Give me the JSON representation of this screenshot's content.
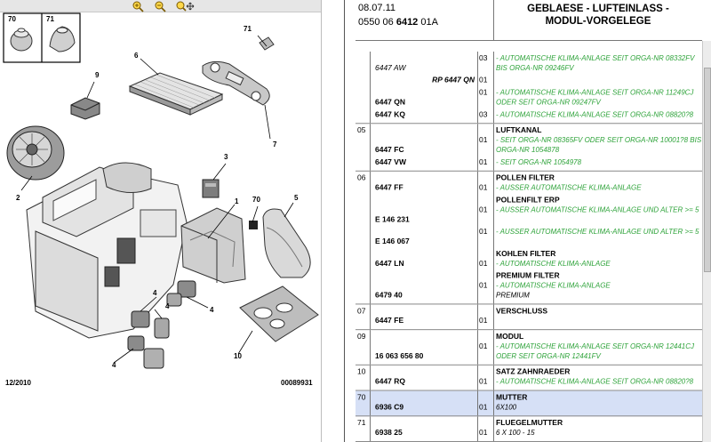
{
  "toolbar": {
    "icons": [
      "zoom-in-icon",
      "zoom-out-icon",
      "zoom-move-icon"
    ]
  },
  "diagram": {
    "callouts": [
      "70",
      "71",
      "71",
      "6",
      "9",
      "1",
      "2",
      "3",
      "70",
      "5",
      "4",
      "4",
      "4",
      "4",
      "7",
      "10"
    ],
    "footer_left": "12/2010",
    "footer_right": "00089931"
  },
  "header": {
    "date": "08.07.11",
    "code_prefix": "0550 06 ",
    "code_bold": "6412",
    "code_suffix": " 01A",
    "title_line1": "GEBLAESE - LUFTEINLASS -",
    "title_line2": "MODUL-VORGELEGE"
  },
  "rows": [
    {
      "group": "",
      "lines": [
        {
          "ref": "6447 AW",
          "style": "i",
          "qty": "03",
          "desc": "- AUTOMATISCHE KLIMA-ANLAGE SEIT ORGA-NR 08332FV BIS ORGA-NR 09246FV"
        },
        {
          "ref": "RP 6447 QN",
          "style": "r",
          "qty": "01",
          "desc": ""
        },
        {
          "ref": "6447 QN",
          "style": "b",
          "qty": "01",
          "desc": "- AUTOMATISCHE KLIMA-ANLAGE SEIT ORGA-NR 11249CJ ODER SEIT ORGA-NR 09247FV"
        },
        {
          "ref": "6447 KQ",
          "style": "b",
          "qty": "03",
          "desc": "- AUTOMATISCHE KLIMA-ANLAGE SEIT ORGA-NR 08820?8"
        }
      ]
    },
    {
      "group": "05",
      "title": "LUFTKANAL",
      "lines": [
        {
          "ref": "6447 FC",
          "style": "b",
          "qty": "01",
          "desc": "- SEIT ORGA-NR 08365FV ODER SEIT ORGA-NR 10001?8 BIS ORGA-NR 1054878"
        },
        {
          "ref": "6447 VW",
          "style": "b",
          "qty": "01",
          "desc": "- SEIT ORGA-NR 1054978"
        }
      ]
    },
    {
      "group": "06",
      "title": "POLLEN FILTER",
      "lines": [
        {
          "ref": "6447 FF",
          "style": "b",
          "qty": "01",
          "desc": "- AUSSER AUTOMATISCHE KLIMA-ANLAGE"
        },
        {
          "title": "POLLENFILT ERP"
        },
        {
          "ref": "E 146 231",
          "style": "b",
          "qty": "01",
          "desc": "- AUSSER AUTOMATISCHE KLIMA-ANLAGE UND ALTER >= 5"
        },
        {
          "ref": "E 146 067",
          "style": "b",
          "qty": "01",
          "desc": "- AUSSER AUTOMATISCHE KLIMA-ANLAGE UND ALTER >= 5"
        },
        {
          "title": "KOHLEN FILTER"
        },
        {
          "ref": "6447 LN",
          "style": "b",
          "qty": "01",
          "desc": "- AUTOMATISCHE KLIMA-ANLAGE"
        },
        {
          "title": "PREMIUM FILTER"
        },
        {
          "ref": "6479 40",
          "style": "b",
          "qty": "01",
          "desc": "- AUTOMATISCHE KLIMA-ANLAGE",
          "desc2": "PREMIUM"
        }
      ]
    },
    {
      "group": "07",
      "title": "VERSCHLUSS",
      "lines": [
        {
          "ref": "6447 FE",
          "style": "b",
          "qty": "01",
          "desc": ""
        }
      ]
    },
    {
      "group": "09",
      "title": "MODUL",
      "lines": [
        {
          "ref": "16 063 656 80",
          "style": "b",
          "qty": "01",
          "desc": "- AUTOMATISCHE KLIMA-ANLAGE SEIT ORGA-NR 12441CJ ODER SEIT ORGA-NR 12441FV"
        }
      ]
    },
    {
      "group": "10",
      "title": "SATZ ZAHNRAEDER",
      "lines": [
        {
          "ref": "6447 RQ",
          "style": "b",
          "qty": "01",
          "desc": "- AUTOMATISCHE KLIMA-ANLAGE SEIT ORGA-NR 08820?8"
        }
      ]
    },
    {
      "group": "70",
      "title": "MUTTER",
      "highlight": true,
      "lines": [
        {
          "ref": "6936 C9",
          "style": "b",
          "qty": "01",
          "desc": "6X100",
          "black": true
        }
      ]
    },
    {
      "group": "71",
      "title": "FLUEGELMUTTER",
      "lines": [
        {
          "ref": "6938 25",
          "style": "b",
          "qty": "01",
          "desc": "6 X 100 - 15",
          "black": true
        }
      ]
    }
  ],
  "colors": {
    "highlight_row": "#d6e0f6",
    "green_text": "#2ea33a",
    "zoom_icon": "#8a6a00"
  }
}
